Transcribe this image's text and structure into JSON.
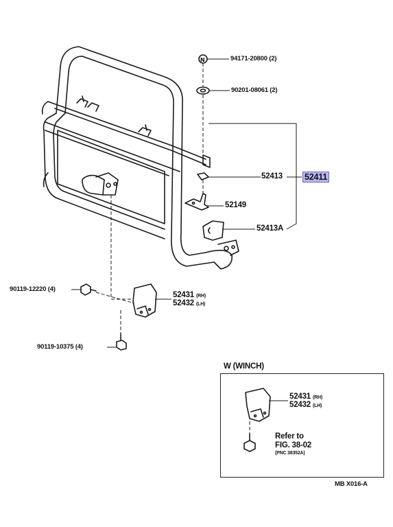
{
  "parts": {
    "nut": "94171-20800",
    "nut_qty": "(2)",
    "washer": "90201-08061",
    "washer_qty": "(2)",
    "bracket_52413": "52413",
    "assembly": "52411",
    "clip": "52149",
    "bracket_52413A": "52413A",
    "bolt_upper": "90119-12220",
    "bolt_upper_qty": "(4)",
    "bracket_rh": "52431",
    "bracket_rh_side": "(RH)",
    "bracket_lh": "52432",
    "bracket_lh_side": "(LH)",
    "bolt_lower": "90119-10375",
    "bolt_lower_qty": "(4)"
  },
  "winch": {
    "title": "W (WINCH)",
    "bracket_rh": "52431",
    "bracket_rh_side": "(RH)",
    "bracket_lh": "52432",
    "bracket_lh_side": "(LH)",
    "refer_line1": "Refer to",
    "refer_line2": "FIG. 38-02",
    "refer_pnc": "(PNC 38352A)"
  },
  "footer": {
    "code": "MB X016-A"
  },
  "colors": {
    "highlight": "#b9b6ee"
  }
}
